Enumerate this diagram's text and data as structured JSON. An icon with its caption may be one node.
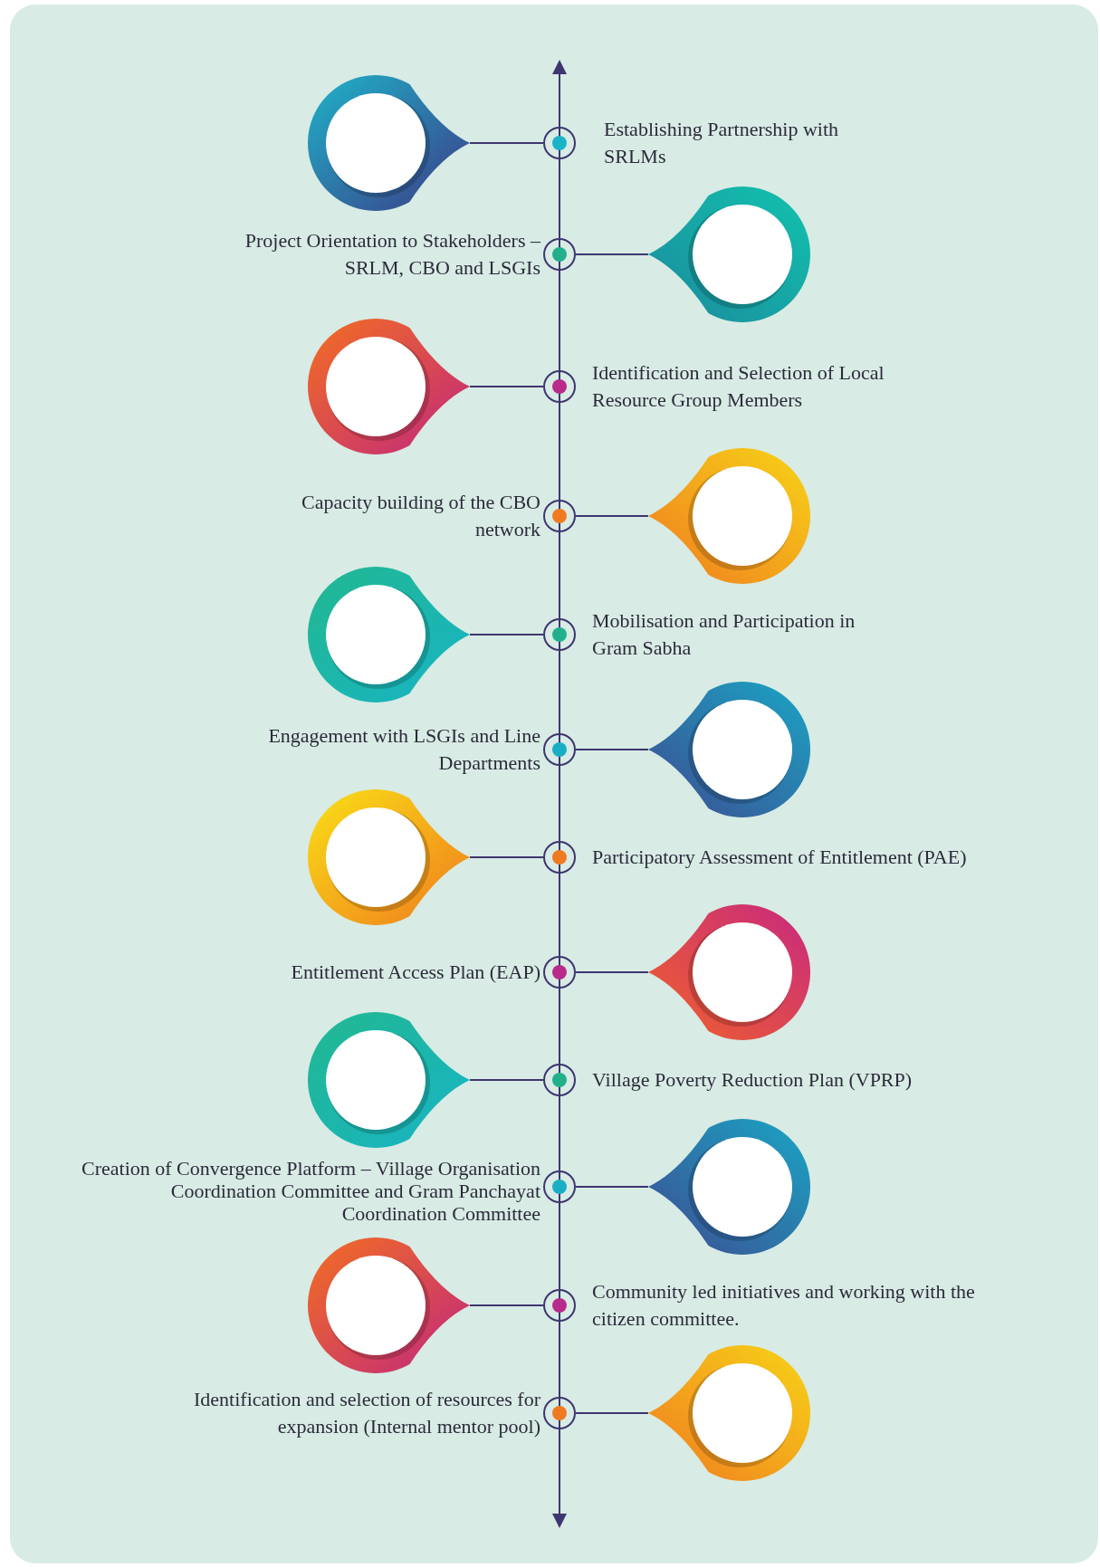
{
  "diagram": {
    "nodes": [
      {
        "text": [],
        "shape": "circle",
        "beside": [
          "Establishing Partnership with SRLMs"
        ]
      },
      {
        "text": [],
        "shape": "circle"
      },
      {
        "text": [],
        "shape": "circle",
        "beside": [
          "Project Orientation to Stakeholders – SRLM, CBO and LSGIs"
        ]
      },
      {
        "text": [],
        "shape": "circle"
      },
      {
        "text": [],
        "shape": "circle",
        "beside": [
          "Identification and Selection of Local Resource Group Members"
        ]
      },
      {
        "text": [],
        "shape": "circle"
      },
      {
        "text": [],
        "shape": "circle",
        "beside": [
          "Capacity building of the CBO network"
        ]
      },
      {
        "text": [],
        "shape": "circle"
      },
      {
        "text": [],
        "shape": "circle",
        "beside": [
          "Mobilisation and Participation in Gram Sabha"
        ]
      },
      {
        "text": [],
        "shape": "circle"
      },
      {
        "text": [],
        "shape": "circle",
        "beside": [
          "Engagement with LSGIs and Line Departments"
        ]
      },
      {
        "text": [],
        "shape": "circle"
      },
      {
        "text": [],
        "shape": "circle",
        "beside": [
          "Participatory Assessment of Entitlement (PAE)"
        ]
      },
      {
        "text": [],
        "shape": "circle"
      },
      {
        "text": [],
        "shape": "circle",
        "beside": [
          "Entitlement Access Plan (EAP)"
        ]
      },
      {
        "text": [],
        "shape": "circle"
      },
      {
        "text": [],
        "shape": "circle",
        "beside": [
          "Village Poverty Reduction Plan (VPRP)"
        ]
      },
      {
        "text": [],
        "shape": "circle"
      },
      {
        "text": [],
        "shape": "circle",
        "beside": [
          "Creation of Convergence Platform – Village Organisation Coordination Committee and Gram Panchayat Coordination Committee"
        ]
      },
      {
        "text": [],
        "shape": "circle"
      },
      {
        "text": [],
        "shape": "circle",
        "beside": [
          "Community led initiatives and working with the citizen committee."
        ]
      },
      {
        "text": [],
        "shape": "circle"
      },
      {
        "text": [],
        "shape": "circle",
        "beside": [
          "Identification and selection of resources for expansion (Internal mentor pool)"
        ]
      },
      {
        "text": [],
        "shape": "circle"
      }
    ],
    "edges": [
      {
        "from": 0,
        "to": 1,
        "arrow": "none"
      },
      {
        "from": 2,
        "to": 3,
        "arrow": "none"
      },
      {
        "from": 4,
        "to": 5,
        "arrow": "none"
      },
      {
        "from": 6,
        "to": 7,
        "arrow": "none"
      },
      {
        "from": 8,
        "to": 9,
        "arrow": "none"
      },
      {
        "from": 10,
        "to": 11,
        "arrow": "none"
      },
      {
        "from": 12,
        "to": 13,
        "arrow": "none"
      },
      {
        "from": 14,
        "to": 15,
        "arrow": "none"
      },
      {
        "from": 16,
        "to": 17,
        "arrow": "none"
      },
      {
        "from": 18,
        "to": 19,
        "arrow": "none"
      },
      {
        "from": 20,
        "to": 21,
        "arrow": "none"
      },
      {
        "from": 22,
        "to": 23,
        "arrow": "none"
      }
    ]
  }
}
